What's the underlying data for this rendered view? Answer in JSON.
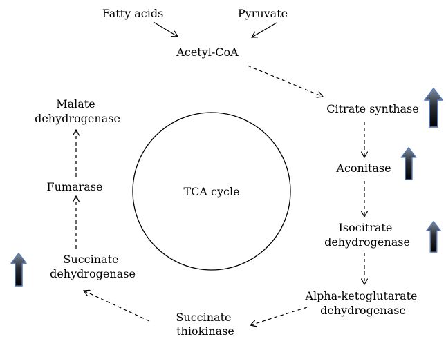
{
  "inputs": {
    "fatty_acids": "Fatty acids",
    "pyruvate": "Pyruvate",
    "acetyl_coa": "Acetyl-CoA"
  },
  "cycle": {
    "center_label": "TCA cycle"
  },
  "enzymes": {
    "citrate_synthase": "Citrate synthase",
    "aconitase": "Aconitase",
    "isocitrate_dh": [
      "Isocitrate",
      "dehydrogenase"
    ],
    "alpha_kg_dh": [
      "Alpha-ketoglutarate",
      "dehydrogenase"
    ],
    "succinate_thiokinase": [
      "Succinate",
      "thiokinase"
    ],
    "succinate_dh": [
      "Succinate",
      "dehydrogenase"
    ],
    "fumarase": "Fumarase",
    "malate_dh": [
      "Malate",
      "dehydrogenase"
    ]
  },
  "indicators": {
    "direction": "up",
    "fill_gradient": [
      "#7f8f9f",
      "#000000"
    ],
    "outline": "#5b7db8",
    "marked_enzymes": [
      "citrate_synthase",
      "aconitase",
      "isocitrate_dh",
      "succinate_dh"
    ]
  }
}
